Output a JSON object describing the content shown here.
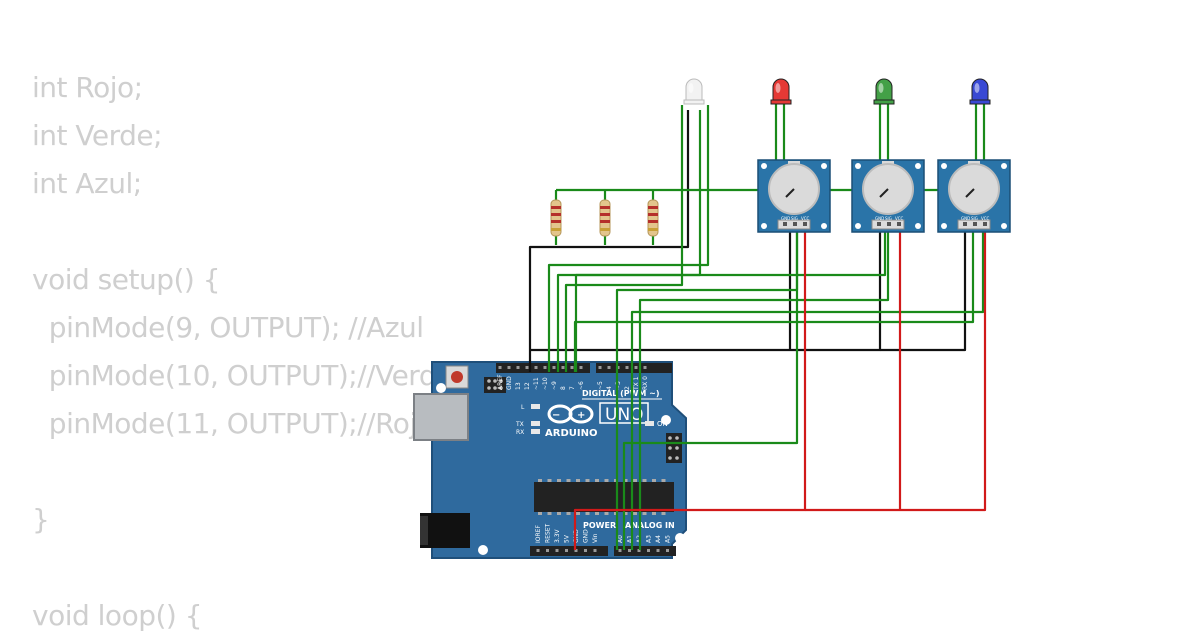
{
  "code_lines": [
    "int Rojo;",
    "int Verde;",
    "int Azul;",
    "",
    "void setup() {",
    "  pinMode(9, OUTPUT); //Azul",
    "  pinMode(10, OUTPUT);//Verde",
    "  pinMode(11, OUTPUT);//Rojo",
    "",
    "}",
    "",
    "void loop() {"
  ],
  "board": {
    "brand": "ARDUINO",
    "model": "UNO",
    "digital_label": "DIGITAL (PWM ~)",
    "power_label": "POWER",
    "analog_label": "ANALOG IN",
    "on_label": "ON",
    "l_label": "L",
    "tx_label": "TX",
    "rx_label": "RX",
    "top_pins": [
      "AREF",
      "GND",
      "13",
      "12",
      "~11",
      "~10",
      "~9",
      "8",
      "7",
      "~6",
      "~5",
      "4",
      "~3",
      "2",
      "TX 1",
      "RX 0"
    ],
    "power_pins": [
      "IOREF",
      "RESET",
      "3.3V",
      "5V",
      "GND",
      "GND",
      "Vin"
    ],
    "analog_pins": [
      "A0",
      "A1",
      "A2",
      "A3",
      "A4",
      "A5"
    ],
    "colors": {
      "pcb": "#2f6a9e",
      "pcb_dark": "#1f4f7a",
      "header": "#222222"
    }
  },
  "pot_pin_labels": [
    "GND",
    "SIG",
    "VCC"
  ],
  "leds": [
    {
      "name": "rgb",
      "color": "#f2f2f2"
    },
    {
      "name": "red",
      "color": "#e53935"
    },
    {
      "name": "green",
      "color": "#43a047"
    },
    {
      "name": "blue",
      "color": "#3949d4"
    }
  ],
  "wire_colors": {
    "signal": "#1a8a1a",
    "ground": "#111111",
    "power": "#d11a1a"
  }
}
